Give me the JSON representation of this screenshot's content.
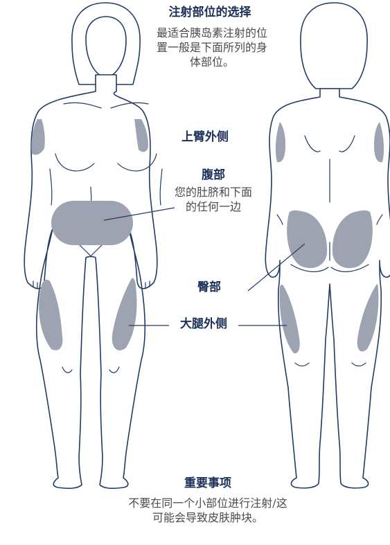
{
  "title": "注射部位的选择",
  "intro": "最适合胰岛素注射的位置一般是下面所列的身体部位。",
  "sites": {
    "upper_arm": {
      "label": "上臂外侧"
    },
    "abdomen": {
      "label": "腹部",
      "note": "您的肚脐和下面的任何一边"
    },
    "buttocks": {
      "label": "臀部"
    },
    "thigh": {
      "label": "大腿外侧"
    }
  },
  "important": {
    "heading": "重要事项",
    "text": "不要在同一个小部位进行注射/这可能会导致皮肤肿块。"
  },
  "colors": {
    "outline": "#223a66",
    "injection_area": "#9ea3b1",
    "heading_text": "#1b2f5a",
    "body_text": "#4a4a4a"
  }
}
